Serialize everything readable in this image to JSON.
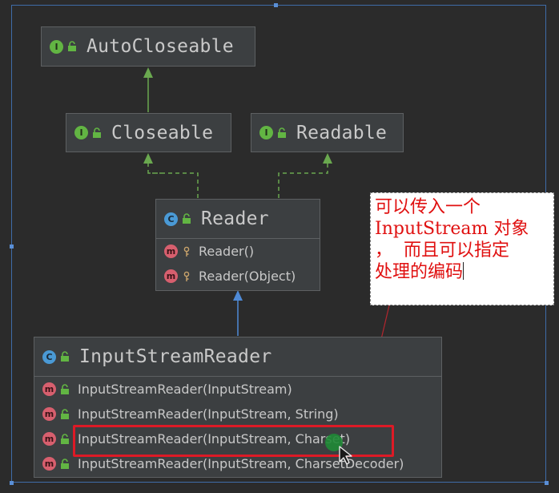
{
  "diagram": {
    "interfaces": [
      {
        "id": "autocloseable",
        "name": "AutoCloseable",
        "kind": "I"
      },
      {
        "id": "closeable",
        "name": "Closeable",
        "kind": "I"
      },
      {
        "id": "readable",
        "name": "Readable",
        "kind": "I"
      }
    ],
    "reader": {
      "name": "Reader",
      "kind": "C",
      "members": [
        {
          "kind": "m",
          "label": "Reader()"
        },
        {
          "kind": "m",
          "label": "Reader(Object)"
        }
      ]
    },
    "inputstreamreader": {
      "name": "InputStreamReader",
      "kind": "C",
      "members": [
        {
          "kind": "m",
          "label": "InputStreamReader(InputStream)"
        },
        {
          "kind": "m",
          "label": "InputStreamReader(InputStream, String)"
        },
        {
          "kind": "m",
          "label": "InputStreamReader(InputStream, Charset)"
        },
        {
          "kind": "m",
          "label": "InputStreamReader(InputStream, CharsetDecoder)"
        }
      ]
    },
    "annotation": {
      "lines": [
        "可以传入一个",
        "InputStream 对象",
        "，  而且可以指定",
        "处理的编码"
      ]
    }
  },
  "colors": {
    "background": "#2b2b2b",
    "interface_badge": "#62b543",
    "class_badge": "#4a9ad6",
    "method_badge": "#d75f6e",
    "annotation_text": "#e01010",
    "highlight_border": "#dd1a26"
  }
}
